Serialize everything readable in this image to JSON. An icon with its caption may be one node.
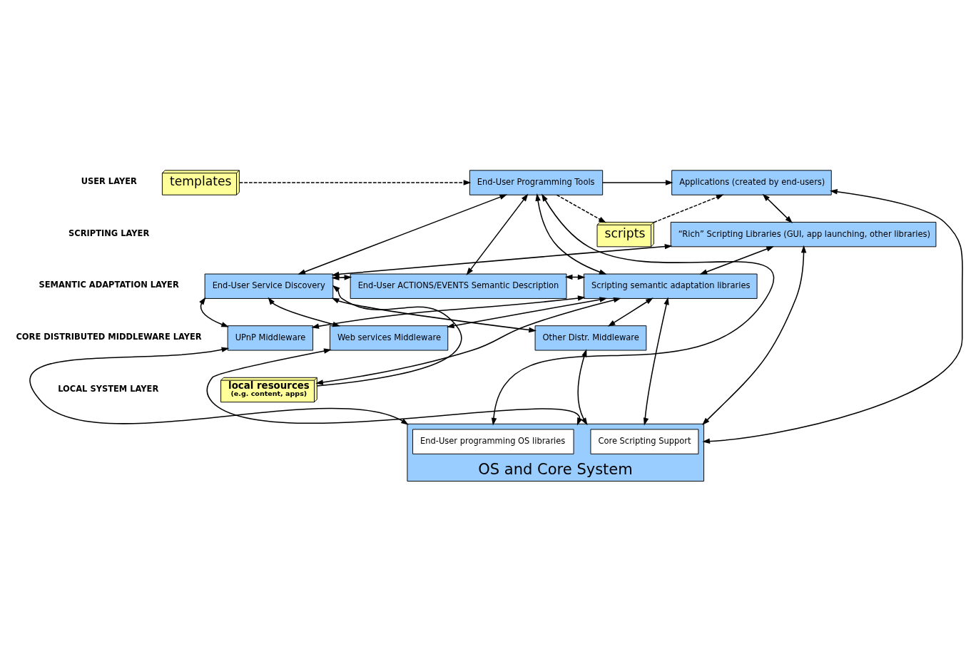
{
  "diagram": {
    "nodes": [
      {
        "text": [
          "End-User Programming Tools"
        ]
      },
      {
        "text": [
          "Applications (created by end-users)"
        ]
      },
      {
        "text": [
          "templates"
        ]
      },
      {
        "text": [
          "scripts"
        ]
      },
      {
        "text": [
          "“Rich” Scripting Libraries (GUI, app launching, other libraries)"
        ]
      },
      {
        "text": [
          "End-User Service Discovery"
        ]
      },
      {
        "text": [
          "End-User ACTIONS/EVENTS Semantic Description"
        ]
      },
      {
        "text": [
          "Scripting semantic adaptation libraries"
        ]
      },
      {
        "text": [
          "UPnP Middleware"
        ]
      },
      {
        "text": [
          "Web services Middleware"
        ]
      },
      {
        "text": [
          "Other Distr. Middleware"
        ]
      },
      {
        "text": [
          "local resources",
          "(e.g. content, apps)"
        ]
      },
      {
        "text": [
          "OS and Core System"
        ]
      },
      {
        "text": [
          "End-User programming OS libraries"
        ],
        "in": 12
      },
      {
        "text": [
          "Core Scripting Support"
        ],
        "in": 12
      }
    ],
    "edges": [
      {
        "from": 2,
        "to": 0,
        "arrow": "to",
        "style": "dashed"
      },
      {
        "from": 0,
        "to": 1,
        "arrow": "to"
      },
      {
        "from": 0,
        "to": 3,
        "arrow": "to",
        "style": "dashed"
      },
      {
        "from": 3,
        "to": 1,
        "arrow": "to",
        "style": "dashed"
      },
      {
        "from": 0,
        "to": 5,
        "arrow": "both"
      },
      {
        "from": 0,
        "to": 12,
        "arrow": "both"
      },
      {
        "from": 0,
        "to": 6,
        "arrow": "both"
      },
      {
        "from": 0,
        "to": 7,
        "arrow": "both"
      },
      {
        "from": 1,
        "to": 4,
        "arrow": "both"
      },
      {
        "from": 1,
        "to": 12,
        "arrow": "both"
      },
      {
        "from": 4,
        "to": 5,
        "arrow": "both"
      },
      {
        "from": 4,
        "to": 7,
        "arrow": "both"
      },
      {
        "from": 4,
        "to": 12,
        "arrow": "both"
      },
      {
        "from": 5,
        "to": 6,
        "arrow": "both"
      },
      {
        "from": 6,
        "to": 7,
        "arrow": "both"
      },
      {
        "from": 5,
        "to": 8,
        "arrow": "both"
      },
      {
        "from": 5,
        "to": 9,
        "arrow": "both"
      },
      {
        "from": 5,
        "to": 10,
        "arrow": "both"
      },
      {
        "from": 11,
        "to": 5,
        "arrow": "to"
      },
      {
        "from": 7,
        "to": 8,
        "arrow": "both"
      },
      {
        "from": 7,
        "to": 9,
        "arrow": "both"
      },
      {
        "from": 7,
        "to": 10,
        "arrow": "both"
      },
      {
        "from": 7,
        "to": 12,
        "arrow": "both"
      },
      {
        "from": 7,
        "to": 11,
        "arrow": "both"
      },
      {
        "from": 8,
        "to": 12,
        "arrow": "both"
      },
      {
        "from": 9,
        "to": 12,
        "arrow": "both"
      },
      {
        "from": 10,
        "to": 12,
        "arrow": "both"
      }
    ],
    "labels": [
      "USER LAYER",
      "SCRIPTING LAYER",
      "SEMANTIC ADAPTATION LAYER",
      "CORE DISTRIBUTED MIDDLEWARE LAYER",
      "LOCAL SYSTEM LAYER"
    ]
  }
}
